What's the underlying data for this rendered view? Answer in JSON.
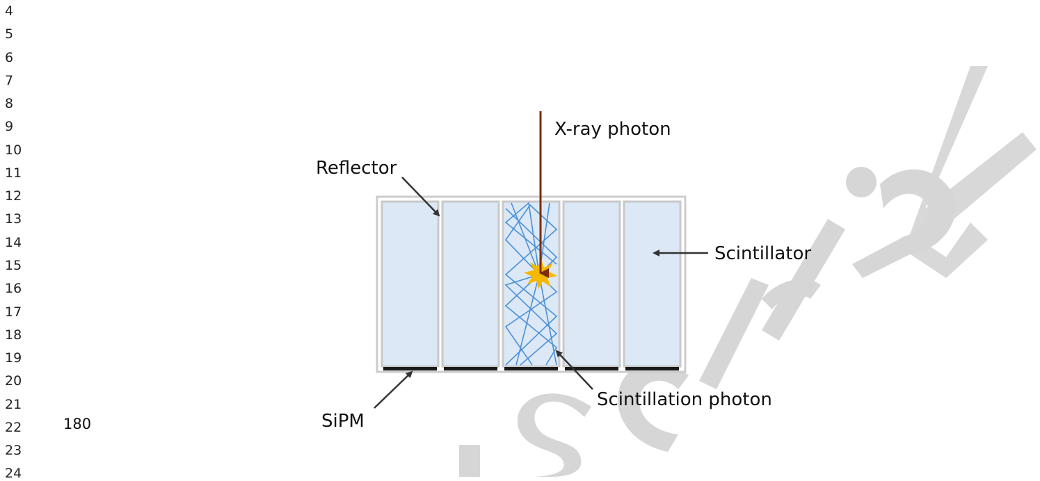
{
  "line_numbers": [
    "4",
    "5",
    "6",
    "7",
    "8",
    "9",
    "10",
    "11",
    "12",
    "13",
    "14",
    "15",
    "16",
    "17",
    "18",
    "19",
    "20",
    "21",
    "22",
    "23",
    "24"
  ],
  "page_number": "180",
  "diagram": {
    "labels": {
      "xray": "X-ray photon",
      "reflector": "Reflector",
      "scintillator": "Scintillator",
      "scintillation_photon": "Scintillation photon",
      "sipm": "SiPM"
    },
    "colors": {
      "scintillator_fill": "#dce8f5",
      "reflector": "#cfcfcf",
      "light_paths": "#4a90d9",
      "xray_arrow": "#7a2e0e",
      "interaction_star": "#f5b800",
      "sipm": "#1a1a1a"
    }
  },
  "watermark": {
    "text": "Accepted Manuscript",
    "color": "#d3d3d3"
  }
}
